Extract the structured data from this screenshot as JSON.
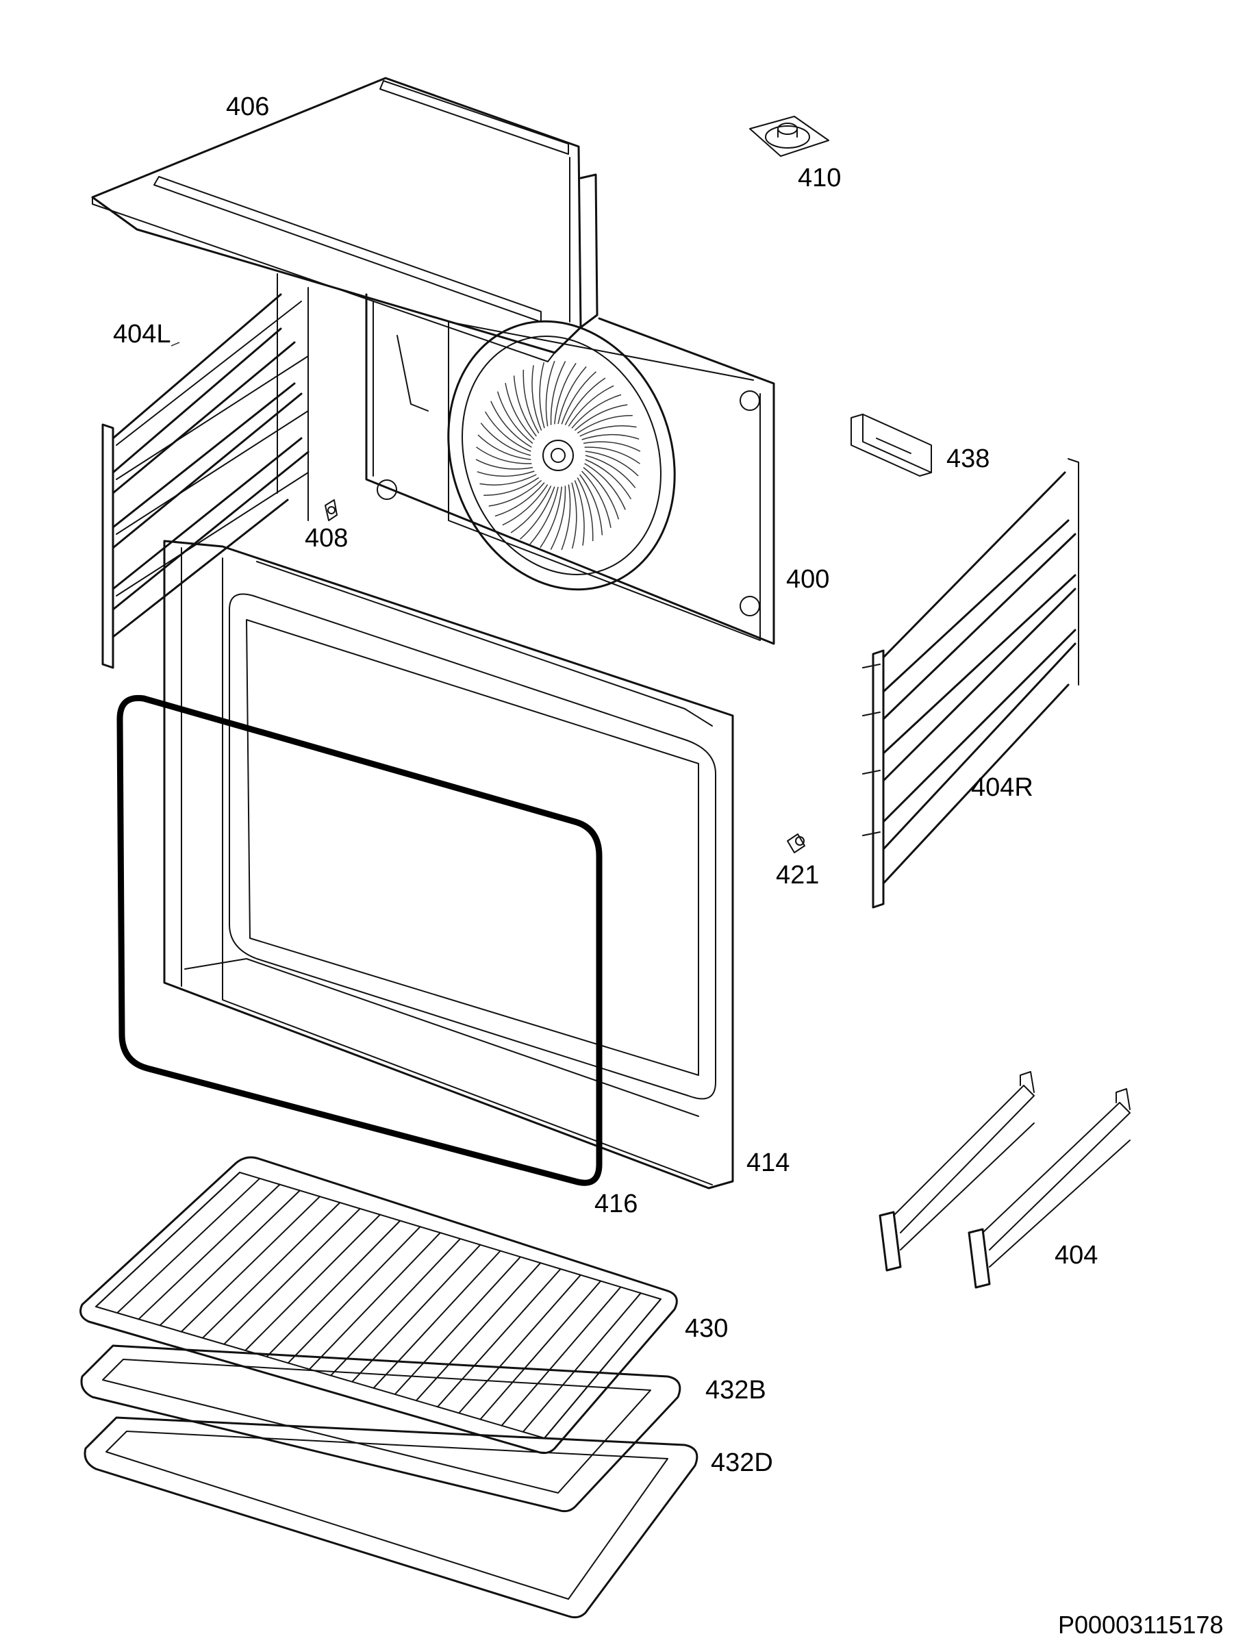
{
  "diagram": {
    "document_id": "P00003115178",
    "parts": [
      {
        "id": "400",
        "label": "400"
      },
      {
        "id": "404",
        "label": "404"
      },
      {
        "id": "404L",
        "label": "404L"
      },
      {
        "id": "404R",
        "label": "404R"
      },
      {
        "id": "406",
        "label": "406"
      },
      {
        "id": "408",
        "label": "408"
      },
      {
        "id": "410",
        "label": "410"
      },
      {
        "id": "414",
        "label": "414"
      },
      {
        "id": "416",
        "label": "416"
      },
      {
        "id": "421",
        "label": "421"
      },
      {
        "id": "430",
        "label": "430"
      },
      {
        "id": "432B",
        "label": "432B"
      },
      {
        "id": "432D",
        "label": "432D"
      },
      {
        "id": "438",
        "label": "438"
      }
    ]
  }
}
